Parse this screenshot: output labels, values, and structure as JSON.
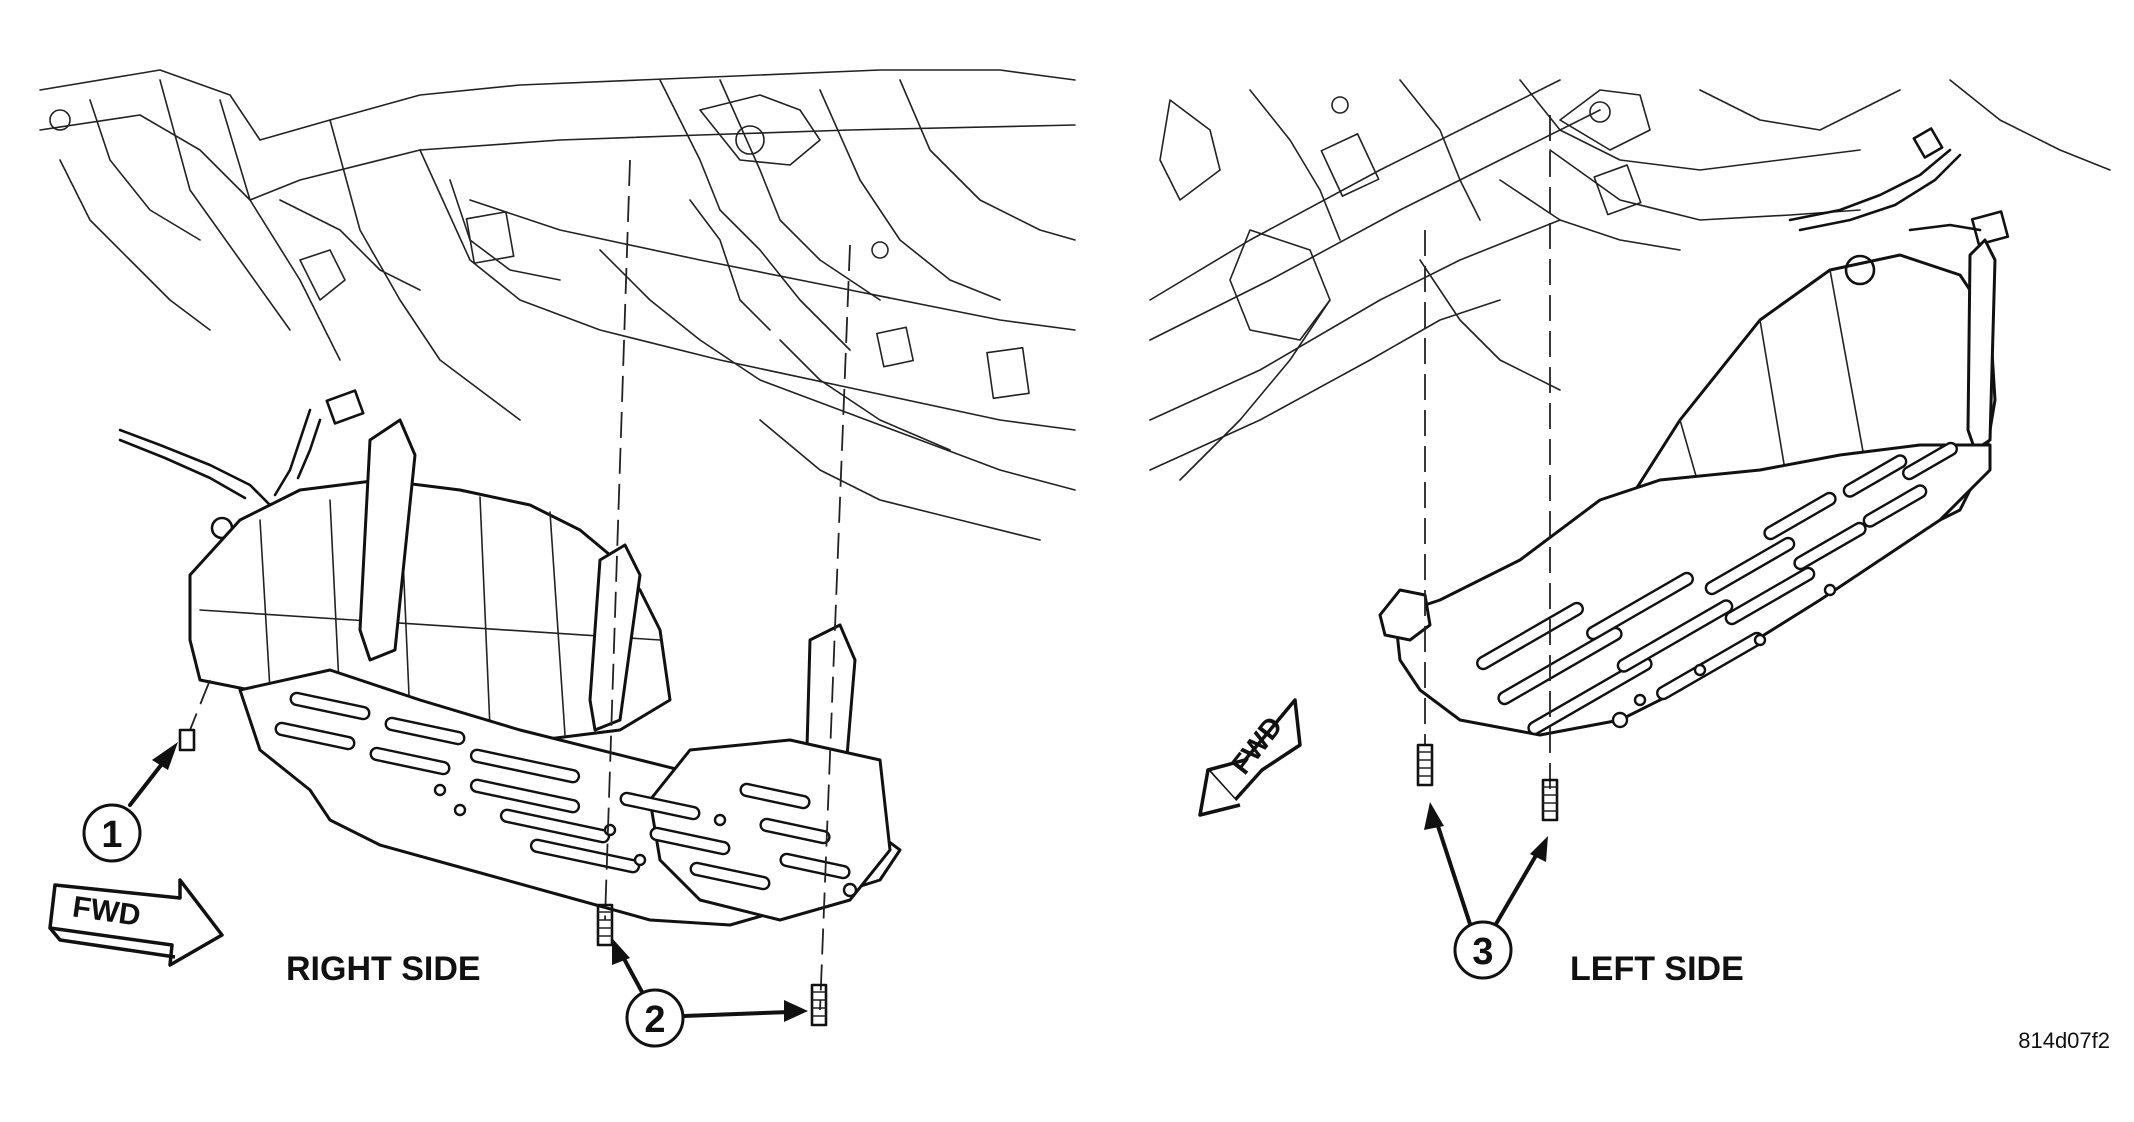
{
  "labels": {
    "right_side": "RIGHT SIDE",
    "left_side": "LEFT SIDE",
    "fwd_right": "FWD",
    "fwd_left": "FWD",
    "ref_code": "814d07f2"
  },
  "callouts": [
    "1",
    "2",
    "3"
  ],
  "icons": [
    "fwd-arrow-icon",
    "bolt-icon",
    "callout-circle-icon"
  ]
}
